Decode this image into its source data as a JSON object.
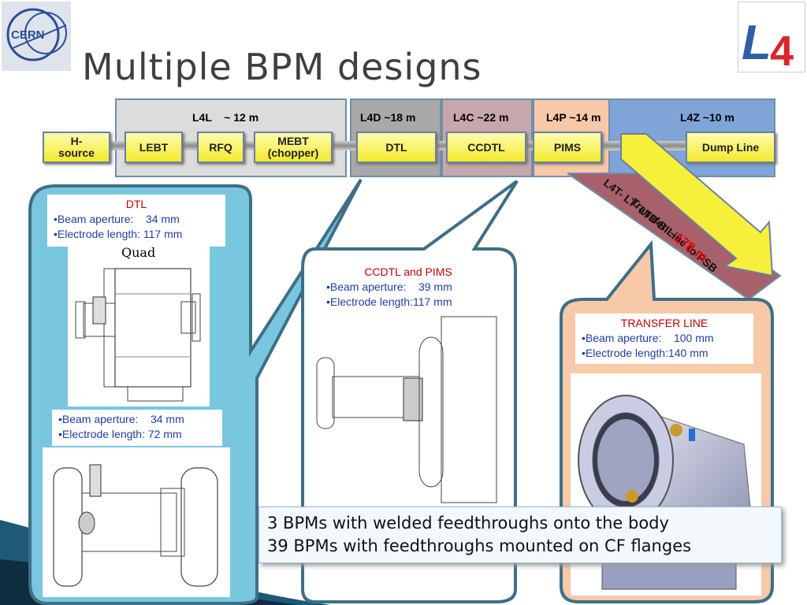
{
  "title": "Multiple BPM designs",
  "logos": {
    "cern": "CERN",
    "l4": "L4"
  },
  "regions": [
    {
      "label": "L4L    ~ 12 m"
    },
    {
      "label": "L4D ~18 m"
    },
    {
      "label": "L4C ~22 m"
    },
    {
      "label": "L4P ~14 m"
    },
    {
      "label": "L4Z ~10 m"
    }
  ],
  "sections": [
    "H-\nsource",
    "LEBT",
    "RFQ",
    "MEBT\n(chopper)",
    "DTL",
    "CCDTL",
    "PIMS",
    "Dump Line"
  ],
  "transfer_line": {
    "arrow_label": "Transfer Line to PSB",
    "band_label": "L4T- LT- LTB-BI ~",
    "band_length": "178 m"
  },
  "dtl_box": {
    "title": "DTL",
    "aperture": "•Beam aperture:    34 mm",
    "electrode": "•Electrode length: 117 mm",
    "quad": "Quad"
  },
  "dtl_box2": {
    "aperture": "•Beam aperture:    34 mm",
    "electrode": "•Electrode length: 72 mm"
  },
  "ccdtl_box": {
    "title": "CCDTL and PIMS",
    "aperture": "•Beam aperture:    39 mm",
    "electrode": "•Electrode length:117 mm"
  },
  "transfer_box": {
    "title": "TRANSFER LINE",
    "aperture": "•Beam aperture:    100 mm",
    "electrode": "•Electrode length:140 mm"
  },
  "note": {
    "line1": "3 BPMs with welded feedthroughs onto the body",
    "line2": "39 BPMs with feedthroughs mounted on CF flanges"
  },
  "colors": {
    "callout_fill": "#79c6df",
    "callout_border": "#3e6f86",
    "transfer_fill": "#f7c9a8",
    "yellow": "#f3ea2a"
  }
}
